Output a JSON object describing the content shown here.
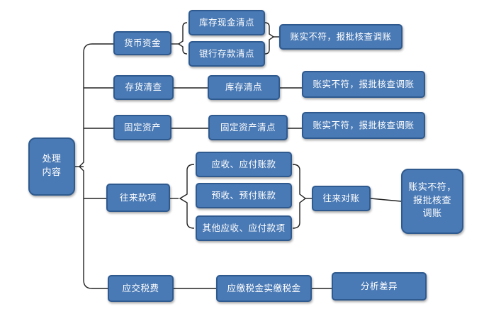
{
  "diagram": {
    "root": "处理\n内容",
    "categories": {
      "cash": "货币资金",
      "inventory": "存货清查",
      "fixed": "固定资产",
      "receivables": "往来款项",
      "tax": "应交税费"
    },
    "steps": {
      "cash_count": "库存现金清点",
      "bank_count": "银行存款清点",
      "inventory_count": "库存清点",
      "fixed_count": "固定资产清点",
      "recv_1": "应收、应付账款",
      "recv_2": "预收、预付账款",
      "recv_3": "其他应收、应付款项",
      "recv_reconcile": "往来对账",
      "tax_payment": "应缴税金实缴税金"
    },
    "outcomes": {
      "cash": "账实不符，报批核查调账",
      "inventory": "账实不符，报批核查调账",
      "fixed": "账实不符，报批核查调账",
      "receivables": "账实不符，\n报批核查\n调账",
      "tax": "分析差异"
    }
  }
}
